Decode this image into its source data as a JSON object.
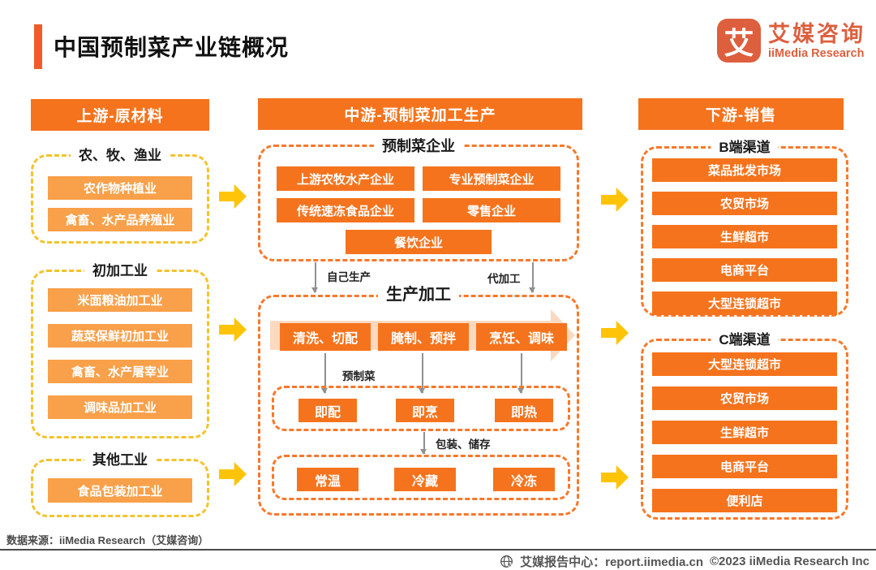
{
  "title": "中国预制菜产业链概况",
  "logo": {
    "icon_char": "艾",
    "cn": "艾媒咨询",
    "en": "iiMedia Research"
  },
  "columns": {
    "upstream": {
      "header": "上游-原材料",
      "groups": [
        {
          "title": "农、牧、渔业",
          "items": [
            "农作物种植业",
            "禽畜、水产品养殖业"
          ]
        },
        {
          "title": "初加工业",
          "items": [
            "米面粮油加工业",
            "蔬菜保鲜初加工业",
            "禽畜、水产屠宰业",
            "调味品加工业"
          ]
        },
        {
          "title": "其他工业",
          "items": [
            "食品包装加工业"
          ]
        }
      ]
    },
    "midstream": {
      "header": "中游-预制菜加工生产",
      "enterprises": {
        "title": "预制菜企业",
        "items": [
          "上游农牧水产企业",
          "专业预制菜企业",
          "传统速冻食品企业",
          "零售企业",
          "餐饮企业"
        ]
      },
      "flow": {
        "self_label": "自己生产",
        "oem_label": "代加工",
        "premade_label": "预制菜",
        "packaging_label": "包装、储存"
      },
      "production": {
        "title": "生产加工",
        "steps": [
          "清洗、切配",
          "腌制、预拌",
          "烹饪、调味"
        ],
        "ready_types": [
          "即配",
          "即烹",
          "即热"
        ],
        "storage_types": [
          "常温",
          "冷藏",
          "冷冻"
        ]
      }
    },
    "downstream": {
      "header": "下游-销售",
      "groups": [
        {
          "title": "B端渠道",
          "items": [
            "菜品批发市场",
            "农贸市场",
            "生鲜超市",
            "电商平台",
            "大型连锁超市"
          ]
        },
        {
          "title": "C端渠道",
          "items": [
            "大型连锁超市",
            "农贸市场",
            "生鲜超市",
            "电商平台",
            "便利店"
          ]
        }
      ]
    }
  },
  "footer": {
    "source": "数据来源：iiMedia Research（艾媒咨询）",
    "center": "艾媒报告中心：report.iimedia.cn",
    "copyright": "©2023  iiMedia Research  Inc"
  },
  "colors": {
    "primary_orange": "#F5731D",
    "light_orange": "#F9A04A",
    "dashed_yellow": "#F3C32B",
    "dashed_orange": "#F8782B",
    "arrow_yellow": "#FFC408",
    "peach_arrow": "#FBD9C0",
    "logo_orange": "#DD5F3E",
    "accent_bar": "#F15A29"
  }
}
